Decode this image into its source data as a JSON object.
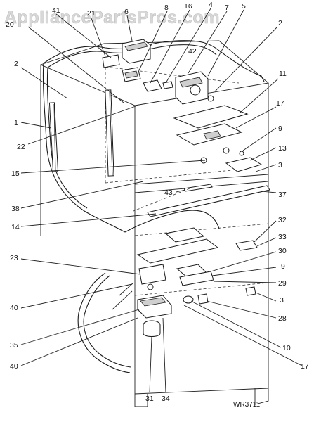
{
  "watermark": "AppliancePartsPros.com",
  "drawing_code": "WR3711",
  "callouts": [
    {
      "id": "c41",
      "text": "41"
    },
    {
      "id": "c21",
      "text": "21"
    },
    {
      "id": "c6",
      "text": "6"
    },
    {
      "id": "c8",
      "text": "8"
    },
    {
      "id": "c16",
      "text": "16"
    },
    {
      "id": "c4",
      "text": "4"
    },
    {
      "id": "c7",
      "text": "7"
    },
    {
      "id": "c5",
      "text": "5"
    },
    {
      "id": "c20",
      "text": "20"
    },
    {
      "id": "c2a",
      "text": "2"
    },
    {
      "id": "c42",
      "text": "42"
    },
    {
      "id": "c11",
      "text": "11"
    },
    {
      "id": "c2b",
      "text": "2"
    },
    {
      "id": "c1",
      "text": "1"
    },
    {
      "id": "c17a",
      "text": "17"
    },
    {
      "id": "c9a",
      "text": "9"
    },
    {
      "id": "c22",
      "text": "22"
    },
    {
      "id": "c13",
      "text": "13"
    },
    {
      "id": "c3a",
      "text": "3"
    },
    {
      "id": "c15",
      "text": "15"
    },
    {
      "id": "c37",
      "text": "37"
    },
    {
      "id": "c38",
      "text": "38"
    },
    {
      "id": "c43",
      "text": "43"
    },
    {
      "id": "c14",
      "text": "14"
    },
    {
      "id": "c32",
      "text": "32"
    },
    {
      "id": "c33",
      "text": "33"
    },
    {
      "id": "c23",
      "text": "23"
    },
    {
      "id": "c30",
      "text": "30"
    },
    {
      "id": "c9b",
      "text": "9"
    },
    {
      "id": "c29",
      "text": "29"
    },
    {
      "id": "c40a",
      "text": "40"
    },
    {
      "id": "c3b",
      "text": "3"
    },
    {
      "id": "c28",
      "text": "28"
    },
    {
      "id": "c35",
      "text": "35"
    },
    {
      "id": "c10",
      "text": "10"
    },
    {
      "id": "c40b",
      "text": "40"
    },
    {
      "id": "c17b",
      "text": "17"
    },
    {
      "id": "c31",
      "text": "31"
    },
    {
      "id": "c34",
      "text": "34"
    }
  ]
}
